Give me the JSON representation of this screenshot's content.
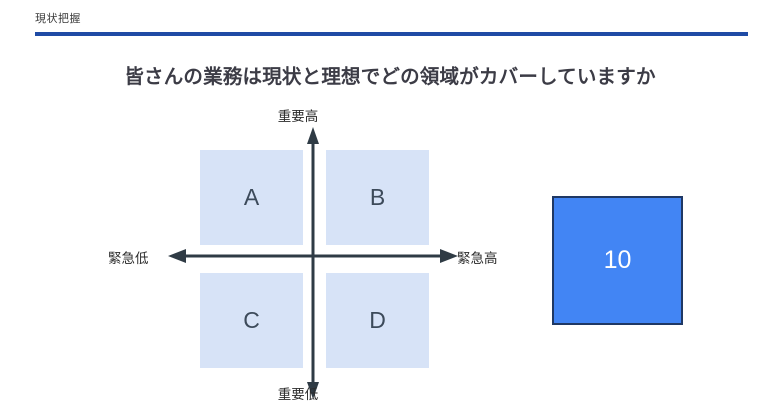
{
  "header": {
    "label": "現状把握",
    "rule_color": "#1f4ba5"
  },
  "title": "皆さんの業務は現状と理想でどの領域がカバーしていますか",
  "matrix": {
    "axes": {
      "vertical_top_label": "重要高",
      "vertical_bottom_label": "重要低",
      "horizontal_left_label": "緊急低",
      "horizontal_right_label": "緊急高",
      "arrow_color": "#2f3b45"
    },
    "quadrants": [
      {
        "id": "A",
        "label": "A",
        "position": "top-left",
        "fill": "#d7e3f7"
      },
      {
        "id": "B",
        "label": "B",
        "position": "top-right",
        "fill": "#d7e3f7"
      },
      {
        "id": "C",
        "label": "C",
        "position": "bottom-left",
        "fill": "#d7e3f7"
      },
      {
        "id": "D",
        "label": "D",
        "position": "bottom-right",
        "fill": "#d7e3f7"
      }
    ]
  },
  "score_card": {
    "value": "10",
    "fill": "#4285f4",
    "border": "#1f3864",
    "text_color": "#ffffff"
  }
}
